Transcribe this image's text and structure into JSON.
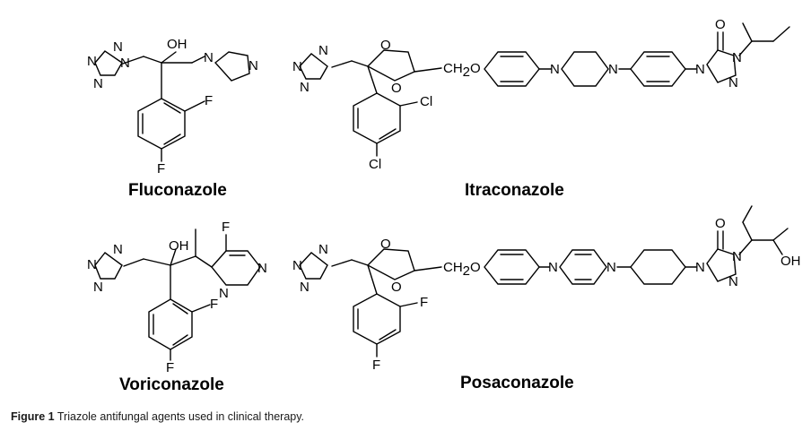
{
  "structures": {
    "fluconazole": {
      "name": "Fluconazole",
      "hydroxyl": "OH",
      "n1": "N",
      "n2": "N",
      "n3": "N",
      "n4": "N",
      "n5": "N",
      "n6": "N",
      "f1": "F",
      "f2": "F"
    },
    "itraconazole": {
      "name": "Itraconazole",
      "o1": "O",
      "o2": "O",
      "ch2o": "CH",
      "ch2o_sub": "2",
      "ch2o_end": "O",
      "n1": "N",
      "n2": "N",
      "n3": "N",
      "n_pip1": "N",
      "n_pip2": "N",
      "n_tz1": "N",
      "n_tz2": "N",
      "n_tz3": "N",
      "oxo": "O",
      "cl1": "Cl",
      "cl2": "Cl"
    },
    "voriconazole": {
      "name": "Voriconazole",
      "hydroxyl": "OH",
      "n1": "N",
      "n2": "N",
      "n3": "N",
      "pyr_n1": "N",
      "pyr_n2": "N",
      "pyr_f": "F",
      "f1": "F",
      "f2": "F"
    },
    "posaconazole": {
      "name": "Posaconazole",
      "o1": "O",
      "o2": "O",
      "ch2o": "CH",
      "ch2o_sub": "2",
      "ch2o_end": "O",
      "n1": "N",
      "n2": "N",
      "n3": "N",
      "n_pip1": "N",
      "n_pip2": "N",
      "n_tz1": "N",
      "n_tz2": "N",
      "n_tz3": "N",
      "oxo": "O",
      "hydroxyl": "OH",
      "f1": "F",
      "f2": "F"
    }
  },
  "caption": {
    "label": "Figure 1",
    "text": "Triazole antifungal agents used in clinical therapy."
  }
}
